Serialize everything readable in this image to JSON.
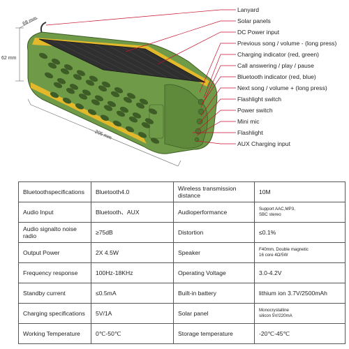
{
  "dimensions": {
    "depth": "68 mm",
    "height": "62 mm",
    "length": "205 mm"
  },
  "callouts": [
    "Lanyard",
    "Solar panels",
    "DC Power input",
    "Previous song / volume - (long press)",
    "Charging indicator (red, green)",
    "Call answering / play / pause",
    "Bluetooth indicator (red, blue)",
    "Next song / volume + (long press)",
    "Flashlight switch",
    "Power switch",
    "Mini mic",
    "Flashlight",
    "AUX Charging input"
  ],
  "colors": {
    "body": "#6f9a48",
    "trim": "#e3b92b",
    "panel": "#2f2f2f",
    "leader": "#c8102e"
  },
  "specs": [
    [
      "Bluetoothspecifications",
      "Bluetooth4.0",
      "Wireless transmission distance",
      "10M"
    ],
    [
      "Audio Input",
      "Bluetooth、AUX",
      "Audioperformance",
      "Support AAC,MP3,\nSBC stereo"
    ],
    [
      "Audio signalto noise radio",
      "≥75dB",
      "Distortion",
      "≤0.1%"
    ],
    [
      "Output Power",
      "2X 4.5W",
      "Speaker",
      "F40mm, Double magnetic\n16 core 4Ω/5W"
    ],
    [
      "Frequency response",
      "100Hz-18KHz",
      "Operating Voltage",
      "3.0-4.2V"
    ],
    [
      "Standby current",
      "≤0.5mA",
      "Built-in battery",
      "lithium ion 3.7V/2500mAh"
    ],
    [
      "Charging specifications",
      "5V/1A",
      "Solar panel",
      "Monocrystalline\nsilicon 5V/220mA"
    ],
    [
      "Working Temperature",
      "0℃-50℃",
      "Storage temperature",
      "-20℃-45℃"
    ]
  ]
}
